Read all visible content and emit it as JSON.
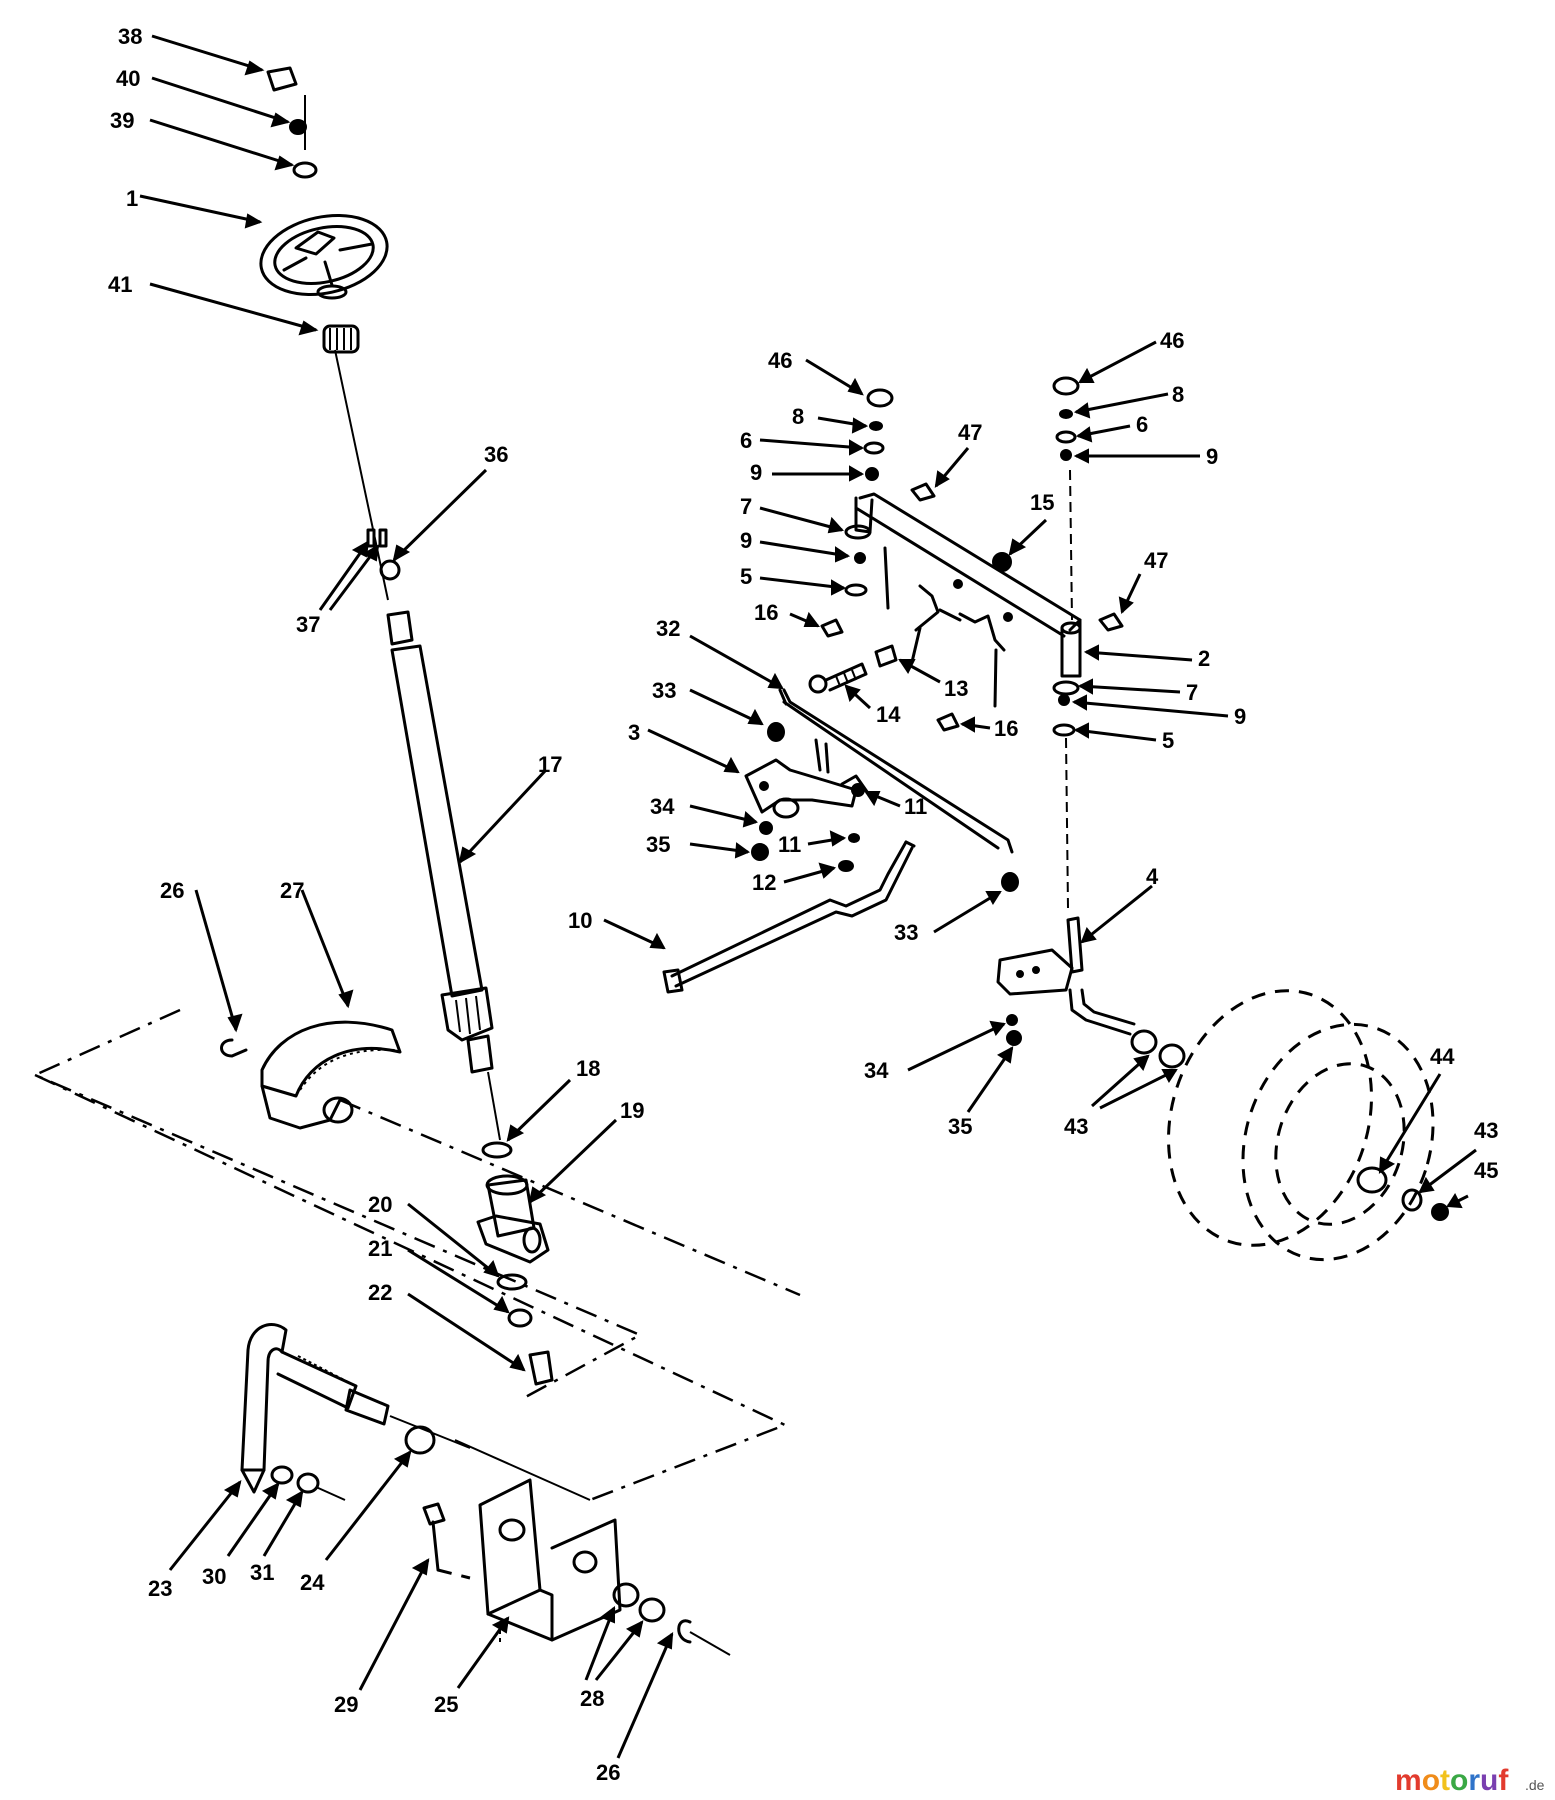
{
  "watermark": {
    "text": "motoruf",
    "suffix": ".de",
    "letter_colors": [
      "#e23b2e",
      "#f08c1a",
      "#f2c21b",
      "#3aa845",
      "#2f73c9",
      "#7a3fb0",
      "#e23b2e"
    ]
  },
  "callouts": [
    {
      "id": "c38",
      "label": "38"
    },
    {
      "id": "c40",
      "label": "40"
    },
    {
      "id": "c39",
      "label": "39"
    },
    {
      "id": "c1",
      "label": "1"
    },
    {
      "id": "c41",
      "label": "41"
    },
    {
      "id": "c36",
      "label": "36"
    },
    {
      "id": "c37",
      "label": "37"
    },
    {
      "id": "c17",
      "label": "17"
    },
    {
      "id": "c26a",
      "label": "26"
    },
    {
      "id": "c27",
      "label": "27"
    },
    {
      "id": "c18",
      "label": "18"
    },
    {
      "id": "c19",
      "label": "19"
    },
    {
      "id": "c20",
      "label": "20"
    },
    {
      "id": "c21",
      "label": "21"
    },
    {
      "id": "c22",
      "label": "22"
    },
    {
      "id": "c23",
      "label": "23"
    },
    {
      "id": "c30",
      "label": "30"
    },
    {
      "id": "c31",
      "label": "31"
    },
    {
      "id": "c24",
      "label": "24"
    },
    {
      "id": "c29",
      "label": "29"
    },
    {
      "id": "c25",
      "label": "25"
    },
    {
      "id": "c28",
      "label": "28"
    },
    {
      "id": "c26b",
      "label": "26"
    },
    {
      "id": "c46a",
      "label": "46"
    },
    {
      "id": "c8a",
      "label": "8"
    },
    {
      "id": "c6a",
      "label": "6"
    },
    {
      "id": "c9a",
      "label": "9"
    },
    {
      "id": "c7a",
      "label": "7"
    },
    {
      "id": "c9b",
      "label": "9"
    },
    {
      "id": "c5a",
      "label": "5"
    },
    {
      "id": "c16a",
      "label": "16"
    },
    {
      "id": "c47a",
      "label": "47"
    },
    {
      "id": "c15",
      "label": "15"
    },
    {
      "id": "c46b",
      "label": "46"
    },
    {
      "id": "c8b",
      "label": "8"
    },
    {
      "id": "c6b",
      "label": "6"
    },
    {
      "id": "c9c",
      "label": "9"
    },
    {
      "id": "c47b",
      "label": "47"
    },
    {
      "id": "c2",
      "label": "2"
    },
    {
      "id": "c7b",
      "label": "7"
    },
    {
      "id": "c9d",
      "label": "9"
    },
    {
      "id": "c5b",
      "label": "5"
    },
    {
      "id": "c13",
      "label": "13"
    },
    {
      "id": "c14",
      "label": "14"
    },
    {
      "id": "c16b",
      "label": "16"
    },
    {
      "id": "c32",
      "label": "32"
    },
    {
      "id": "c33a",
      "label": "33"
    },
    {
      "id": "c3",
      "label": "3"
    },
    {
      "id": "c34a",
      "label": "34"
    },
    {
      "id": "c35a",
      "label": "35"
    },
    {
      "id": "c11a",
      "label": "11"
    },
    {
      "id": "c11b",
      "label": "11"
    },
    {
      "id": "c12",
      "label": "12"
    },
    {
      "id": "c10",
      "label": "10"
    },
    {
      "id": "c33b",
      "label": "33"
    },
    {
      "id": "c4",
      "label": "4"
    },
    {
      "id": "c34b",
      "label": "34"
    },
    {
      "id": "c35b",
      "label": "35"
    },
    {
      "id": "c43a",
      "label": "43"
    },
    {
      "id": "c44",
      "label": "44"
    },
    {
      "id": "c43b",
      "label": "43"
    },
    {
      "id": "c45",
      "label": "45"
    }
  ]
}
